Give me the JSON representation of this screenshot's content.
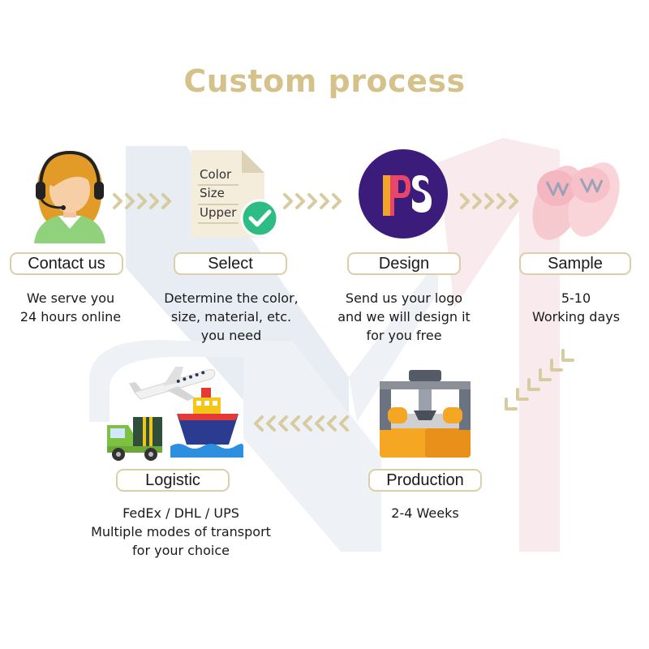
{
  "title": "Custom process",
  "colors": {
    "title_gold": "#d4c28a",
    "chevron_gold": "#d7cc9f",
    "label_border": "#d9cfa8",
    "watermark_blue": "#e4eaf1",
    "watermark_pink": "#f7e6ea"
  },
  "steps": {
    "contact": {
      "label": "Contact us",
      "desc": [
        "We serve you",
        "24 hours online"
      ],
      "icon": "headset-agent-icon"
    },
    "select": {
      "label": "Select",
      "desc": [
        "Determine the color,",
        "size, material, etc.",
        "you need"
      ],
      "icon": "checklist-document-icon",
      "doc_lines": [
        "Color",
        "Size",
        "Upper"
      ]
    },
    "design": {
      "label": "Design",
      "desc": [
        "Send us your logo",
        "and we will design it",
        "for you free"
      ],
      "icon": "ps-logo-icon",
      "logo_text": "PS"
    },
    "sample": {
      "label": "Sample",
      "desc": [
        "5-10",
        "Working days"
      ],
      "icon": "slipper-sample-icon"
    },
    "production": {
      "label": "Production",
      "desc": [
        "2-4 Weeks"
      ],
      "icon": "factory-machine-icon"
    },
    "logistic": {
      "label": "Logistic",
      "desc": [
        "FedEx / DHL / UPS",
        "Multiple modes of transport",
        "for your choice"
      ],
      "icon": "transport-icon"
    }
  }
}
